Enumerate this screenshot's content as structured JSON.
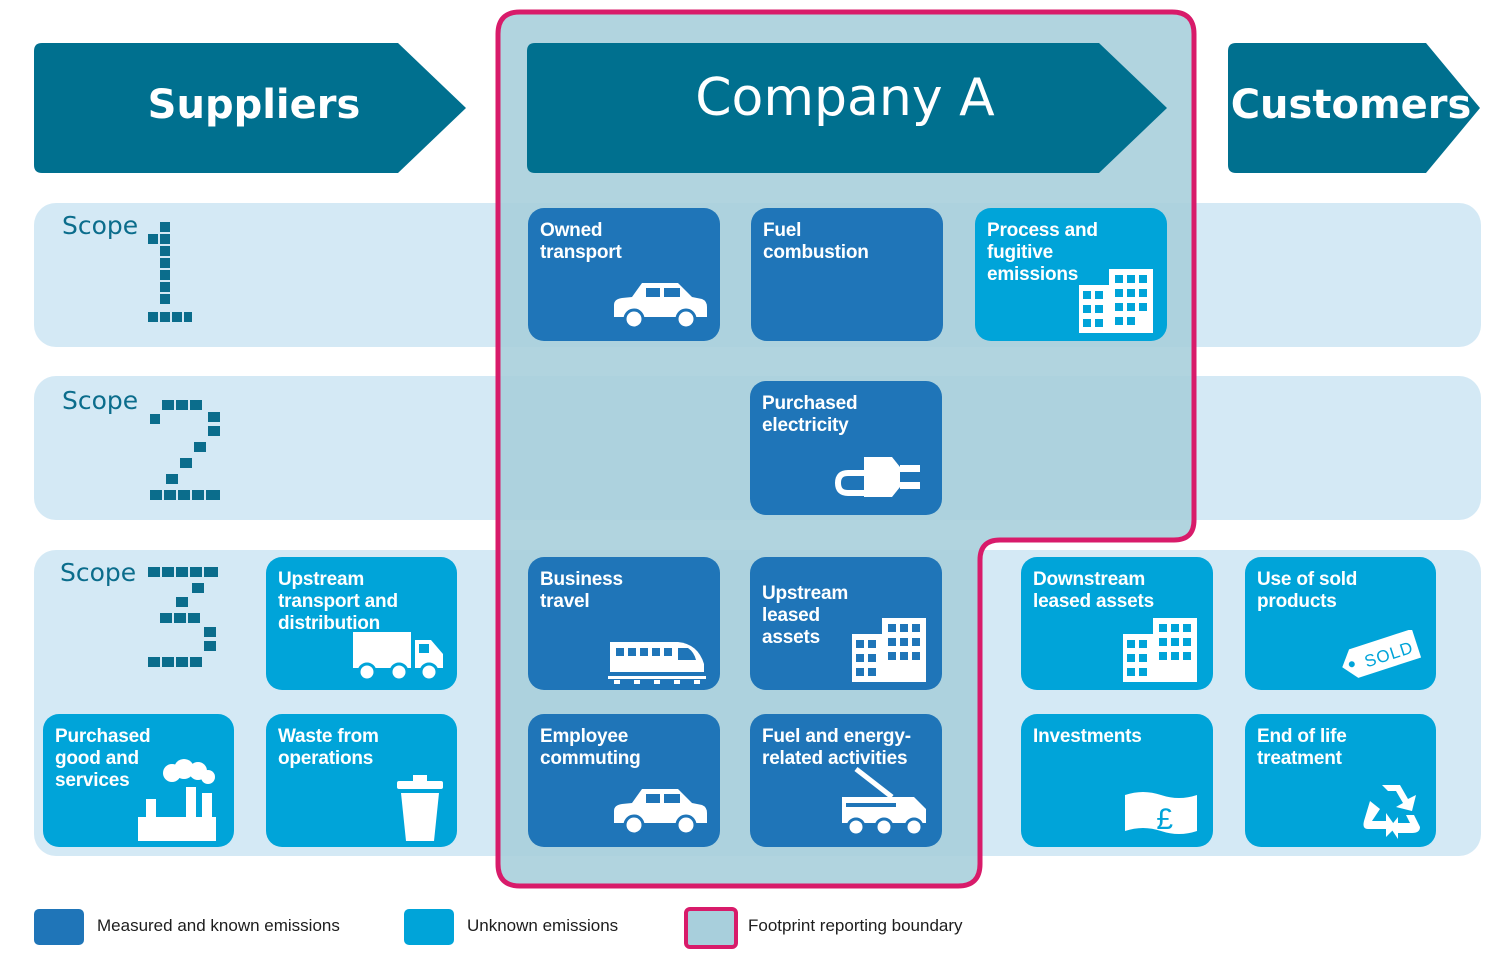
{
  "headers": {
    "suppliers": "Suppliers",
    "company": "Company A",
    "customers": "Customers"
  },
  "scopes": {
    "scope1": {
      "label": "Scope",
      "digit": "1"
    },
    "scope2": {
      "label": "Scope",
      "digit": "2"
    },
    "scope3": {
      "label": "Scope",
      "digit": "3"
    }
  },
  "tiles": {
    "owned_transport": {
      "label": "Owned transport",
      "icon": "car-icon",
      "status": "measured"
    },
    "fuel_combustion": {
      "label": "Fuel combustion",
      "status": "measured"
    },
    "process_fugitive": {
      "label": "Process and fugitive emissions",
      "icon": "building-icon",
      "status": "unknown"
    },
    "purchased_electricity": {
      "label": "Purchased electricity",
      "icon": "plug-icon",
      "status": "measured"
    },
    "upstream_transport": {
      "label": "Upstream transport and distribution",
      "icon": "truck-icon",
      "status": "unknown"
    },
    "purchased_goods": {
      "label": "Purchased good and services",
      "icon": "factory-icon",
      "status": "unknown"
    },
    "waste": {
      "label": "Waste from operations",
      "icon": "bin-icon",
      "status": "unknown"
    },
    "business_travel": {
      "label": "Business travel",
      "icon": "train-icon",
      "status": "measured"
    },
    "upstream_leased": {
      "label": "Upstream leased assets",
      "icon": "building-icon",
      "status": "measured"
    },
    "employee_commuting": {
      "label": "Employee commuting",
      "icon": "car-icon",
      "status": "measured"
    },
    "fuel_energy": {
      "label": "Fuel and energy-related activities",
      "icon": "tanker-icon",
      "status": "measured"
    },
    "downstream_leased": {
      "label": "Downstream leased assets",
      "icon": "building-icon",
      "status": "unknown"
    },
    "use_sold": {
      "label": "Use of sold products",
      "icon": "sold-tag-icon",
      "tag_text": "SOLD",
      "status": "unknown"
    },
    "investments": {
      "label": "Investments",
      "icon": "banknote-icon",
      "currency_symbol": "£",
      "status": "unknown"
    },
    "end_of_life": {
      "label": "End of life treatment",
      "icon": "recycle-icon",
      "status": "unknown"
    }
  },
  "legend": {
    "measured": "Measured and known emissions",
    "unknown": "Unknown emissions",
    "boundary": "Footprint reporting boundary"
  },
  "colors": {
    "header_teal": "#00708f",
    "measured": "#1f75b8",
    "unknown": "#00a4d9",
    "band": "#d4e9f5",
    "boundary_fill": "#a8cfdc",
    "boundary_stroke": "#d81b6a"
  }
}
